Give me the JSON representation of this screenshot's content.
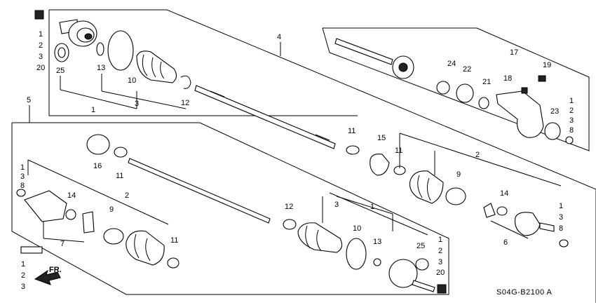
{
  "diagram": {
    "callouts": {
      "c1a": "1",
      "c2a": "2",
      "c3a": "3",
      "c20a": "20",
      "c25a": "25",
      "c13a": "13",
      "c10a": "10",
      "c3b": "3",
      "c1b": "1",
      "c12a": "12",
      "c4": "4",
      "c5": "5",
      "c16": "16",
      "c11a": "11",
      "c11b": "11",
      "c15": "15",
      "c11c": "11",
      "c2b": "2",
      "c9a": "9",
      "c14a": "14",
      "c1c": "1",
      "c3c": "3",
      "c8a": "8",
      "c6": "6",
      "c17": "17",
      "c24": "24",
      "c22": "22",
      "c21": "21",
      "c18": "18",
      "c19": "19",
      "c23": "23",
      "c1d": "1",
      "c2d": "2",
      "c3d": "3",
      "c8d": "8",
      "c1e": "1",
      "c3e": "3",
      "c8e": "8",
      "c14b": "14",
      "c2e": "2",
      "c9b": "9",
      "c11d": "11",
      "c7": "7",
      "c12b": "12",
      "c3f": "3",
      "c1f": "1",
      "c10b": "10",
      "c13b": "13",
      "c25b": "25",
      "c1g": "1",
      "c2g": "2",
      "c3g": "3",
      "c20g": "20",
      "c1h": "1",
      "c2h": "2",
      "c3h": "3"
    },
    "direction_label": "FR.",
    "diagram_code": "S04G-B2100 A"
  }
}
